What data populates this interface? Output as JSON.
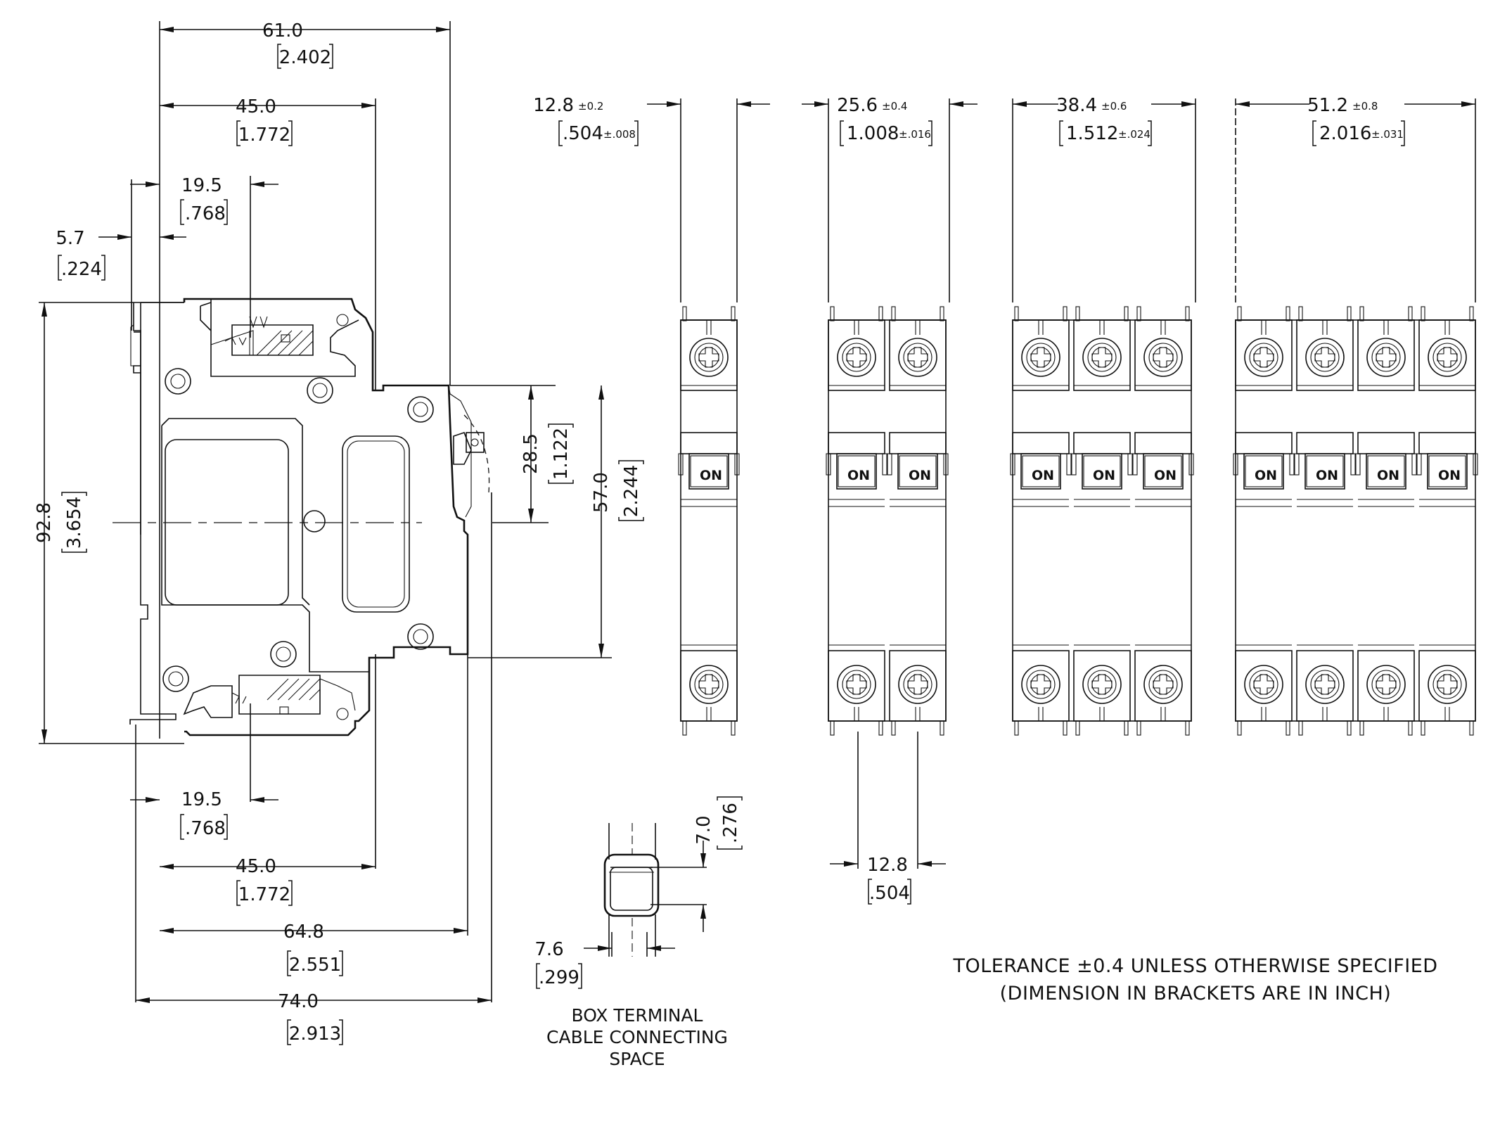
{
  "side_view": {
    "overall_width": {
      "mm": "61.0",
      "inch": "2.402"
    },
    "terminal_span_top": {
      "mm": "45.0",
      "inch": "1.772"
    },
    "screw_offset_top": {
      "mm": "19.5",
      "inch": ".768"
    },
    "rail_offset": {
      "mm": "5.7",
      "inch": ".224"
    },
    "overall_height": {
      "mm": "92.8",
      "inch": "3.654"
    },
    "front_half_height": {
      "mm": "28.5",
      "inch": "1.122"
    },
    "front_height": {
      "mm": "57.0",
      "inch": "2.244"
    },
    "screw_offset_bottom": {
      "mm": "19.5",
      "inch": ".768"
    },
    "terminal_span_bottom": {
      "mm": "45.0",
      "inch": "1.772"
    },
    "depth_to_front": {
      "mm": "64.8",
      "inch": "2.551"
    },
    "overall_depth": {
      "mm": "74.0",
      "inch": "2.913"
    }
  },
  "front_views": [
    {
      "poles": 1,
      "mm": "12.8",
      "mm_tol": "±0.2",
      "inch": ".504",
      "inch_tol": "±.008"
    },
    {
      "poles": 2,
      "mm": "25.6",
      "mm_tol": "±0.4",
      "inch": "1.008",
      "inch_tol": "±.016"
    },
    {
      "poles": 3,
      "mm": "38.4",
      "mm_tol": "±0.6",
      "inch": "1.512",
      "inch_tol": "±.024"
    },
    {
      "poles": 4,
      "mm": "51.2",
      "mm_tol": "±0.8",
      "inch": "2.016",
      "inch_tol": "±.031"
    }
  ],
  "pole_pitch": {
    "mm": "12.8",
    "inch": ".504"
  },
  "switch_label": "ON",
  "box_terminal": {
    "height": {
      "mm": "7.0",
      "inch": ".276"
    },
    "width": {
      "mm": "7.6",
      "inch": ".299"
    },
    "caption_lines": [
      "BOX TERMINAL",
      "CABLE CONNECTING",
      "SPACE"
    ]
  },
  "notes": {
    "line1": "TOLERANCE ±0.4 UNLESS OTHERWISE SPECIFIED",
    "line2": "(DIMENSION IN BRACKETS ARE IN INCH)"
  }
}
